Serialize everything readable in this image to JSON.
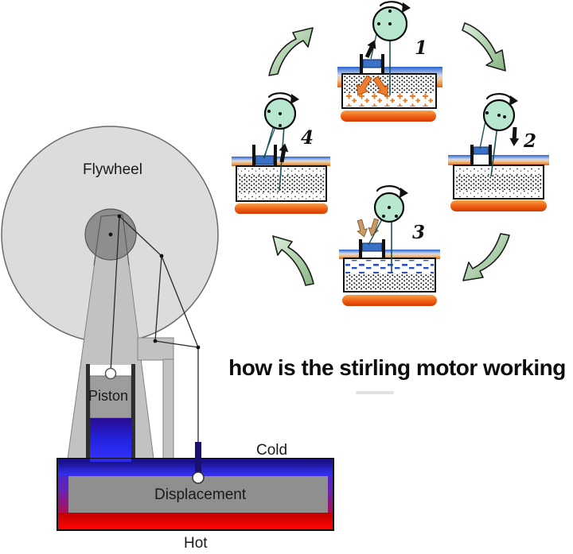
{
  "title": "how is the stirling motor working",
  "engine": {
    "flywheel_label": "Flywheel",
    "piston_label": "Piston",
    "displacement_label": "Displacement",
    "cold_label": "Cold",
    "hot_label": "Hot"
  },
  "cycle": {
    "stages": [
      {
        "number": "1"
      },
      {
        "number": "2"
      },
      {
        "number": "3"
      },
      {
        "number": "4"
      }
    ]
  },
  "colors": {
    "hot_red": "#ee0000",
    "cold_blue": "#2b2bf0",
    "piston_blue": "#3a70c8",
    "metal_gray": "#c2c2c2",
    "flywheel_gray": "#dcdcdc",
    "stage_flywheel_green": "#b7e7cf",
    "cycle_arrow_green": "#a9cfa4",
    "heat_orange": "#ed7d31"
  }
}
